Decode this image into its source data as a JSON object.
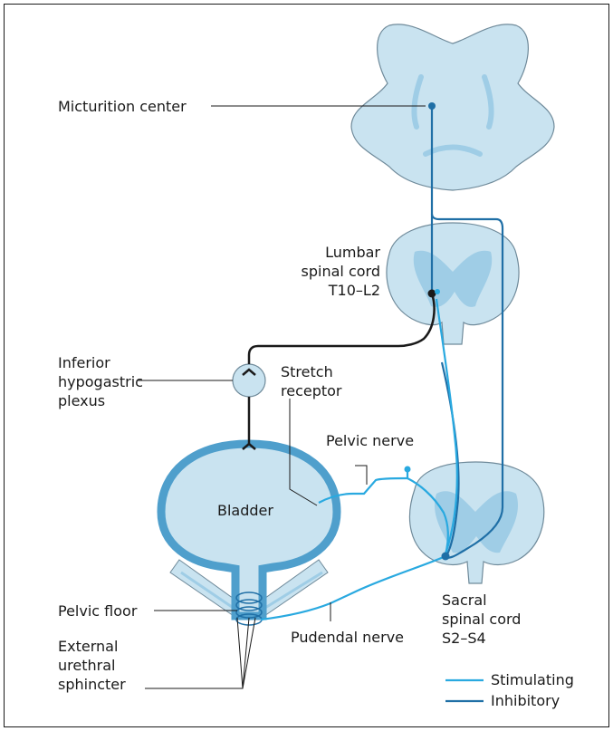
{
  "labels": {
    "micturition_center": "Micturition center",
    "lumbar": [
      "Lumbar",
      "spinal cord",
      "T10–L2"
    ],
    "hypogastric": [
      "Inferior",
      "hypogastric",
      "plexus"
    ],
    "stretch": [
      "Stretch",
      "receptor"
    ],
    "pelvic_nerve": "Pelvic nerve",
    "bladder": "Bladder",
    "pelvic_floor": "Pelvic floor",
    "sphincter": [
      "External",
      "urethral",
      "sphincter"
    ],
    "pudendal_nerve": "Pudendal nerve",
    "sacral": [
      "Sacral",
      "spinal cord",
      "S2–S4"
    ]
  },
  "legend": [
    {
      "label": "Stimulating",
      "color": "#29a9e0"
    },
    {
      "label": "Inhibitory",
      "color": "#1f6fa6"
    }
  ],
  "colors": {
    "tissue_fill": "#c9e3f0",
    "tissue_outline": "#6f8a9a",
    "grey_matter": "#9fcde6",
    "bladder_wall": "#4f9fcc",
    "sympathetic": "#1a1a1a"
  }
}
